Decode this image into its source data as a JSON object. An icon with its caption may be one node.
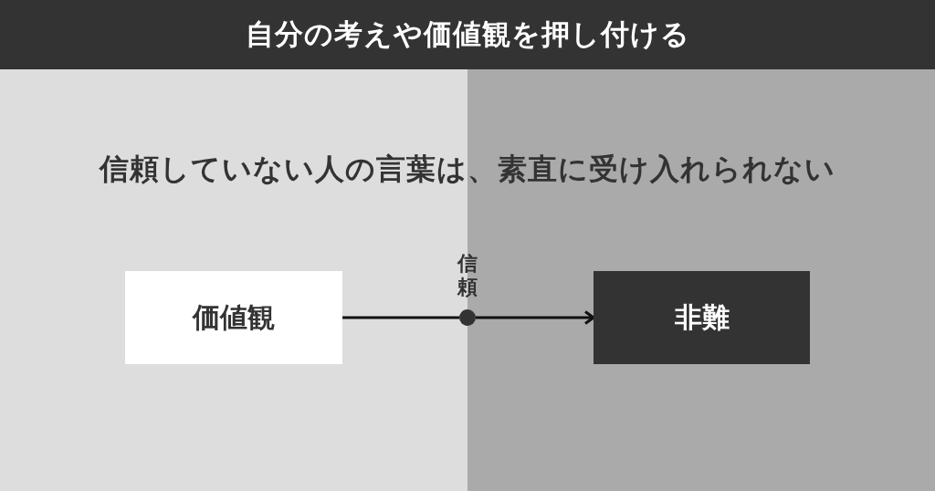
{
  "diagram": {
    "title": "自分の考えや価値観を押し付ける",
    "nodes": [
      {
        "text": [
          "価値観"
        ]
      },
      {
        "text": [],
        "shape": "circle",
        "beside": [
          "信頼"
        ]
      },
      {
        "text": [
          "非難"
        ]
      }
    ],
    "edges": [
      {
        "from": 0,
        "to": 1,
        "arrow": "none"
      },
      {
        "from": 1,
        "to": 2,
        "arrow": "to"
      }
    ],
    "labels": [
      "信頼していない人の言葉は、素直に受け入れられない"
    ]
  }
}
